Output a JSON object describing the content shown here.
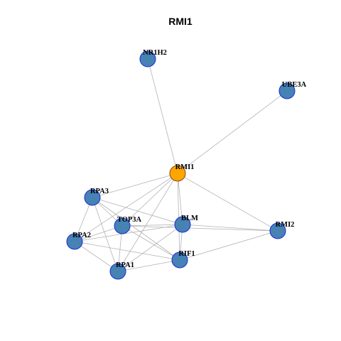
{
  "title": "RMI1",
  "colors": {
    "node_default": "#4682b4",
    "node_center": "#ffa500",
    "node_border": "#1a2bd6",
    "node_center_border": "#8b4513",
    "edge": "#b3b3b3"
  },
  "nodes": [
    {
      "id": "NR1H2",
      "label": "NR1H2",
      "center": false
    },
    {
      "id": "UBE3A",
      "label": "UBE3A",
      "center": false
    },
    {
      "id": "RMI1",
      "label": "RMI1",
      "center": true
    },
    {
      "id": "RPA3",
      "label": "RPA3",
      "center": false
    },
    {
      "id": "TOP3A",
      "label": "TOP3A",
      "center": false
    },
    {
      "id": "BLM",
      "label": "BLM",
      "center": false
    },
    {
      "id": "RMI2",
      "label": "RMI2",
      "center": false
    },
    {
      "id": "RPA2",
      "label": "RPA2",
      "center": false
    },
    {
      "id": "RIF1",
      "label": "RIF1",
      "center": false
    },
    {
      "id": "RPA1",
      "label": "RPA1",
      "center": false
    }
  ],
  "edges": [
    [
      "NR1H2",
      "RMI1"
    ],
    [
      "UBE3A",
      "RMI1"
    ],
    [
      "RMI1",
      "RPA3"
    ],
    [
      "RMI1",
      "TOP3A"
    ],
    [
      "RMI1",
      "BLM"
    ],
    [
      "RMI1",
      "RMI2"
    ],
    [
      "RMI1",
      "RPA2"
    ],
    [
      "RMI1",
      "RIF1"
    ],
    [
      "RMI1",
      "RPA1"
    ],
    [
      "RPA3",
      "TOP3A"
    ],
    [
      "RPA3",
      "BLM"
    ],
    [
      "RPA3",
      "RPA2"
    ],
    [
      "RPA3",
      "RPA1"
    ],
    [
      "RPA3",
      "RIF1"
    ],
    [
      "TOP3A",
      "BLM"
    ],
    [
      "TOP3A",
      "RPA2"
    ],
    [
      "TOP3A",
      "RPA1"
    ],
    [
      "TOP3A",
      "RIF1"
    ],
    [
      "TOP3A",
      "RMI2"
    ],
    [
      "BLM",
      "RPA2"
    ],
    [
      "BLM",
      "RIF1"
    ],
    [
      "BLM",
      "RMI2"
    ],
    [
      "BLM",
      "RPA1"
    ],
    [
      "RPA2",
      "RPA1"
    ],
    [
      "RPA2",
      "RIF1"
    ],
    [
      "RPA1",
      "RIF1"
    ],
    [
      "RIF1",
      "RMI2"
    ]
  ]
}
